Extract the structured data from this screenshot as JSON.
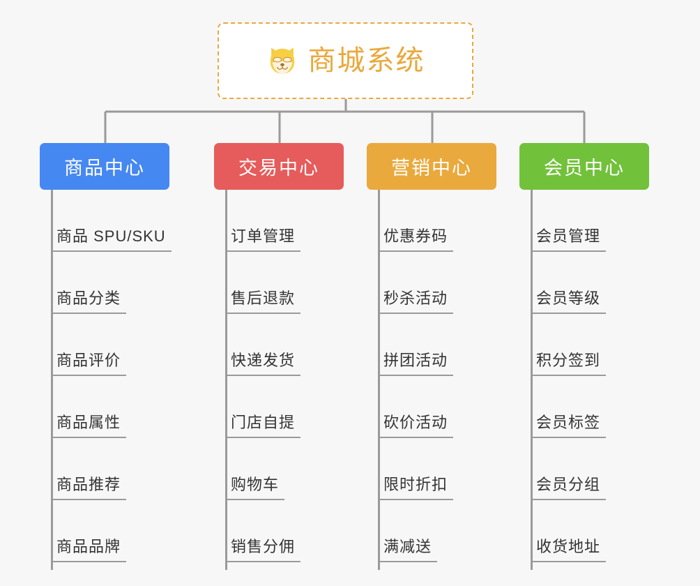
{
  "page": {
    "background_color": "#f7f7f7",
    "line_color": "#9a9a9a",
    "text_color": "#333333"
  },
  "root": {
    "title": "商城系统",
    "icon": "dog-face-icon",
    "accent_color": "#eaa83c",
    "border_style": "dashed",
    "background_color": "#ffffff"
  },
  "branches": [
    {
      "label": "商品中心",
      "color": "#4688f1",
      "leaves": [
        {
          "label": "商品 SPU/SKU"
        },
        {
          "label": "商品分类"
        },
        {
          "label": "商品评价"
        },
        {
          "label": "商品属性"
        },
        {
          "label": "商品推荐"
        },
        {
          "label": "商品品牌"
        }
      ]
    },
    {
      "label": "交易中心",
      "color": "#e65c5c",
      "leaves": [
        {
          "label": "订单管理"
        },
        {
          "label": "售后退款"
        },
        {
          "label": "快递发货"
        },
        {
          "label": "门店自提"
        },
        {
          "label": "购物车"
        },
        {
          "label": "销售分佣"
        }
      ]
    },
    {
      "label": "营销中心",
      "color": "#eaa93c",
      "leaves": [
        {
          "label": "优惠券码"
        },
        {
          "label": "秒杀活动"
        },
        {
          "label": "拼团活动"
        },
        {
          "label": "砍价活动"
        },
        {
          "label": "限时折扣"
        },
        {
          "label": "满减送"
        }
      ]
    },
    {
      "label": "会员中心",
      "color": "#72c13b",
      "leaves": [
        {
          "label": "会员管理"
        },
        {
          "label": "会员等级"
        },
        {
          "label": "积分签到"
        },
        {
          "label": "会员标签"
        },
        {
          "label": "会员分组"
        },
        {
          "label": "收货地址"
        }
      ]
    }
  ]
}
